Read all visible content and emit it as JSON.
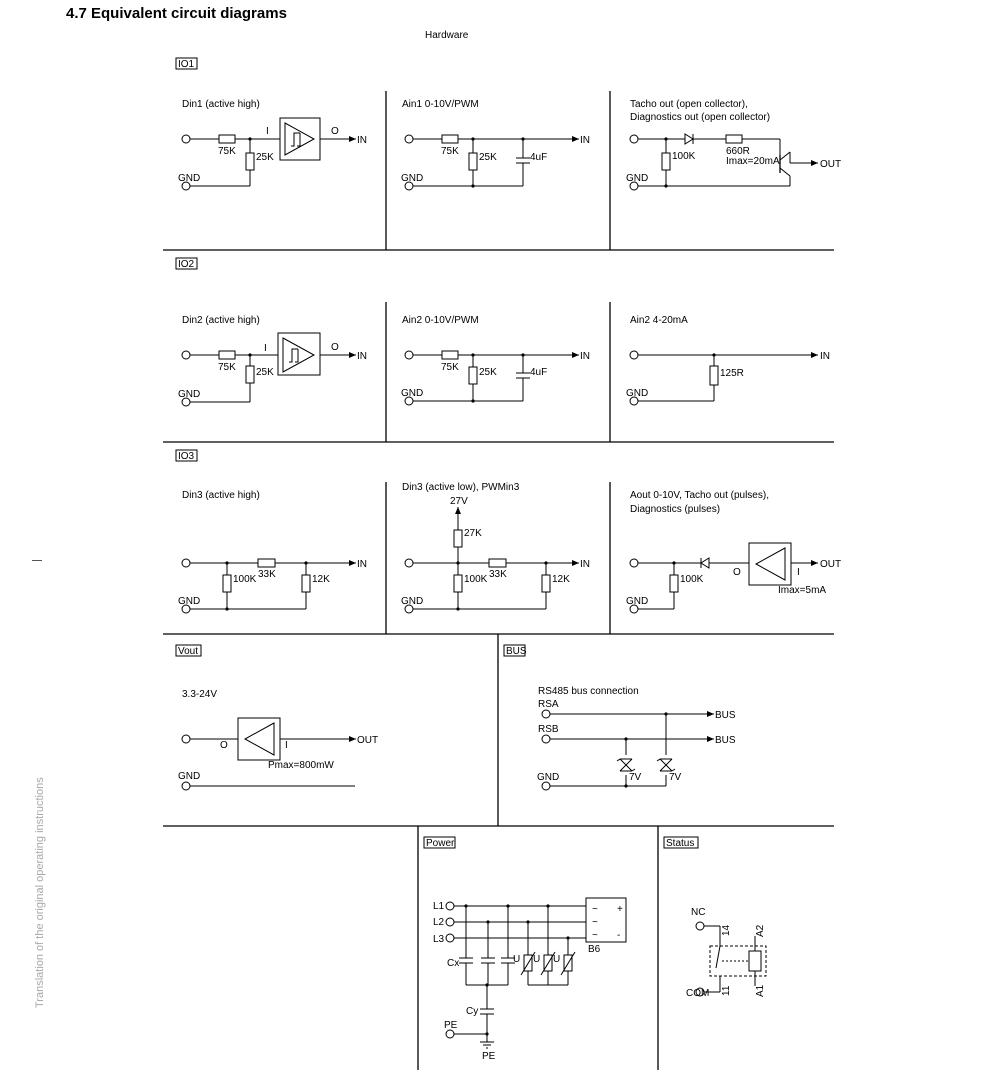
{
  "page": {
    "heading": "4.7 Equivalent circuit diagrams",
    "subheading": "Hardware",
    "sidebar_text": "Translation of the original operating instructions"
  },
  "sections": {
    "io1": "IO1",
    "io2": "IO2",
    "io3": "IO3",
    "vout": "Vout",
    "bus": "BUS",
    "power": "Power",
    "status": "Status"
  },
  "circuits": {
    "din1": {
      "title": "Din1 (active high)",
      "r1": "75K",
      "r2": "25K",
      "in_label": "I",
      "out_label": "O",
      "arrow": "IN",
      "gnd": "GND"
    },
    "ain1": {
      "title": "Ain1 0-10V/PWM",
      "r1": "75K",
      "r2": "25K",
      "cap": "4uF",
      "arrow": "IN",
      "gnd": "GND"
    },
    "tacho1": {
      "title1": "Tacho out (open collector),",
      "title2": "Diagnostics out (open collector)",
      "r_pull": "100K",
      "r_series": "660R",
      "imax": "Imax=20mA",
      "arrow": "OUT",
      "gnd": "GND"
    },
    "din2": {
      "title": "Din2 (active high)",
      "r1": "75K",
      "r2": "25K",
      "in_label": "I",
      "out_label": "O",
      "arrow": "IN",
      "gnd": "GND"
    },
    "ain2v": {
      "title": "Ain2 0-10V/PWM",
      "r1": "75K",
      "r2": "25K",
      "cap": "4uF",
      "arrow": "IN",
      "gnd": "GND"
    },
    "ain2ma": {
      "title": "Ain2 4-20mA",
      "r": "125R",
      "arrow": "IN",
      "gnd": "GND"
    },
    "din3": {
      "title": "Din3 (active high)",
      "r1": "100K",
      "r2": "33K",
      "r3": "12K",
      "arrow": "IN",
      "gnd": "GND"
    },
    "din3low": {
      "title": "Din3 (active low), PWMin3",
      "supply": "27V",
      "r_top": "27K",
      "r1": "100K",
      "r2": "33K",
      "r3": "12K",
      "arrow": "IN",
      "gnd": "GND"
    },
    "aout": {
      "title1": "Aout 0-10V, Tacho out (pulses),",
      "title2": "Diagnostics (pulses)",
      "r": "100K",
      "out_label": "O",
      "in_label": "I",
      "imax": "Imax=5mA",
      "arrow": "OUT",
      "gnd": "GND"
    },
    "vout": {
      "title": "3.3-24V",
      "out_label": "O",
      "in_label": "I",
      "pmax": "Pmax=800mW",
      "arrow": "OUT",
      "gnd": "GND"
    },
    "bus": {
      "title": "RS485 bus connection",
      "rsa": "RSA",
      "rsb": "RSB",
      "gnd": "GND",
      "arrow_a": "BUS",
      "arrow_b": "BUS",
      "z1": "7V",
      "z2": "7V"
    },
    "power": {
      "l1": "L1",
      "l2": "L2",
      "l3": "L3",
      "cx": "Cx",
      "cy": "Cy",
      "pe_in": "PE",
      "pe_gnd": "PE",
      "bridge": "B6",
      "plus": "+",
      "minus": "-",
      "tilde": "~",
      "u": "U"
    },
    "status": {
      "nc": "NC",
      "com": "COM",
      "p14": "14",
      "p11": "11",
      "a2": "A2",
      "a1": "A1"
    }
  }
}
